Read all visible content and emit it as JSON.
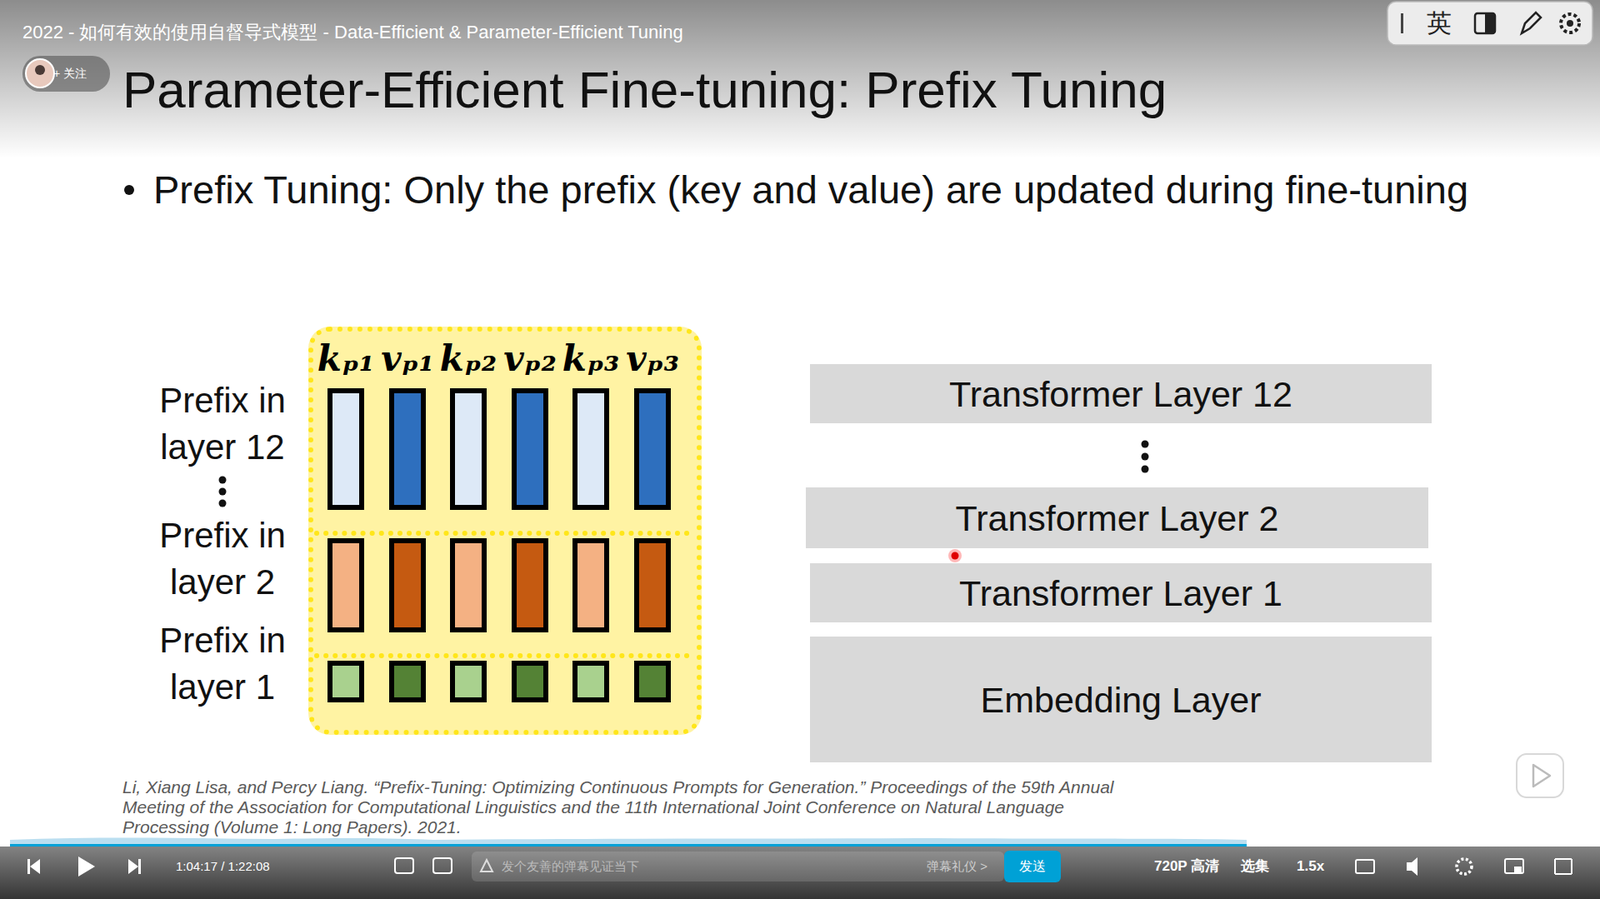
{
  "diagram": {
    "title": "Parameter-Efficient Fine-tuning: Prefix Tuning",
    "nodes": [
      {
        "text": [
          "kₚ₁",
          "vₚ₁",
          "kₚ₂",
          "vₚ₂",
          "kₚ₃",
          "vₚ₃"
        ]
      },
      {
        "text": [
          "Transformer Layer 12"
        ]
      },
      {
        "text": [
          "Transformer Layer 2"
        ]
      },
      {
        "text": [
          "Transformer Layer 1"
        ]
      },
      {
        "text": [
          "Embedding Layer"
        ]
      }
    ],
    "labels": [
      "2022 - 如何有效的使用自督导式模型 - Data-Efficient & Parameter-Efficient Tuning",
      "+ 关注",
      "英",
      "Prefix Tuning: Only the prefix (key and value) are updated during fine-tuning",
      "Prefix in layer 12",
      "Prefix in layer 2",
      "Prefix in layer 1",
      "Li, Xiang Lisa, and Percy Liang. “Prefix-Tuning: Optimizing Continuous Prompts for Generation.” Proceedings of the 59th Annual Meeting of the Association for Computational Linguistics and the 11th International Joint Conference on Natural Language Processing (Volume 1: Long Papers). 2021.",
      "1:04:17 / 1:22:08",
      "发个友善的弹幕见证当下",
      "弹幕礼仪 >",
      "发送",
      "720P 高清",
      "选集",
      "1.5x"
    ]
  }
}
